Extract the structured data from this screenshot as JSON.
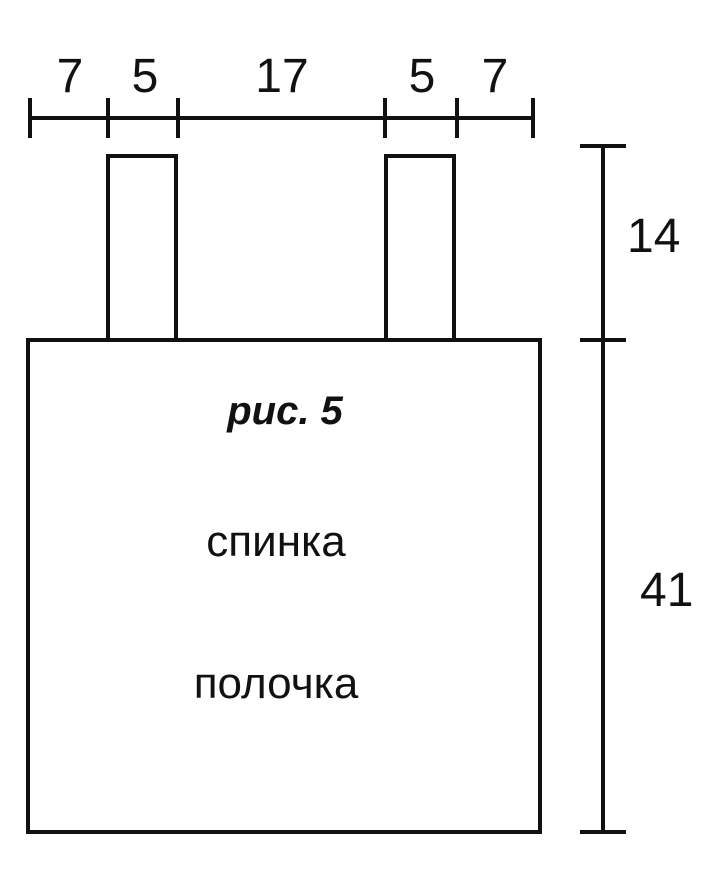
{
  "figure": {
    "caption": "рис. 5",
    "label_back": "спинка",
    "label_front": "полочка"
  },
  "dimensions": {
    "top_widths": [
      "7",
      "5",
      "17",
      "5",
      "7"
    ],
    "strap_height": "14",
    "body_height": "41"
  },
  "colors": {
    "line": "#111111",
    "background": "#ffffff"
  }
}
